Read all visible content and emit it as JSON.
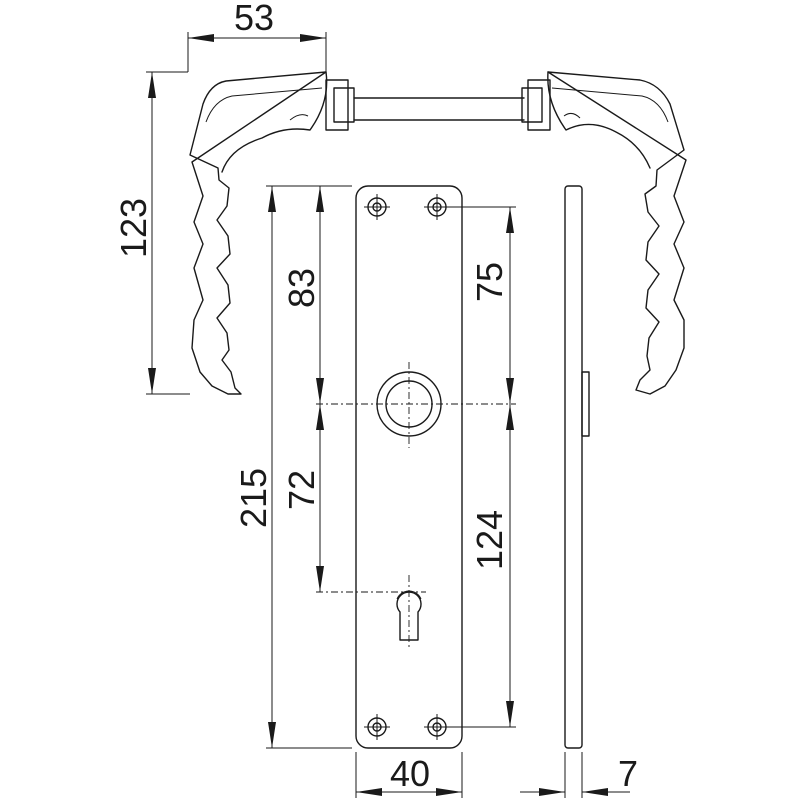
{
  "dimensions": {
    "handle_projection": "53",
    "handle_height": "123",
    "plate_length": "215",
    "spindle_to_top_hole": "83",
    "top_screw_to_spindle": "75",
    "spindle_to_keyhole": "72",
    "spindle_to_bottom_screw": "124",
    "plate_width": "40",
    "plate_thickness": "7"
  }
}
